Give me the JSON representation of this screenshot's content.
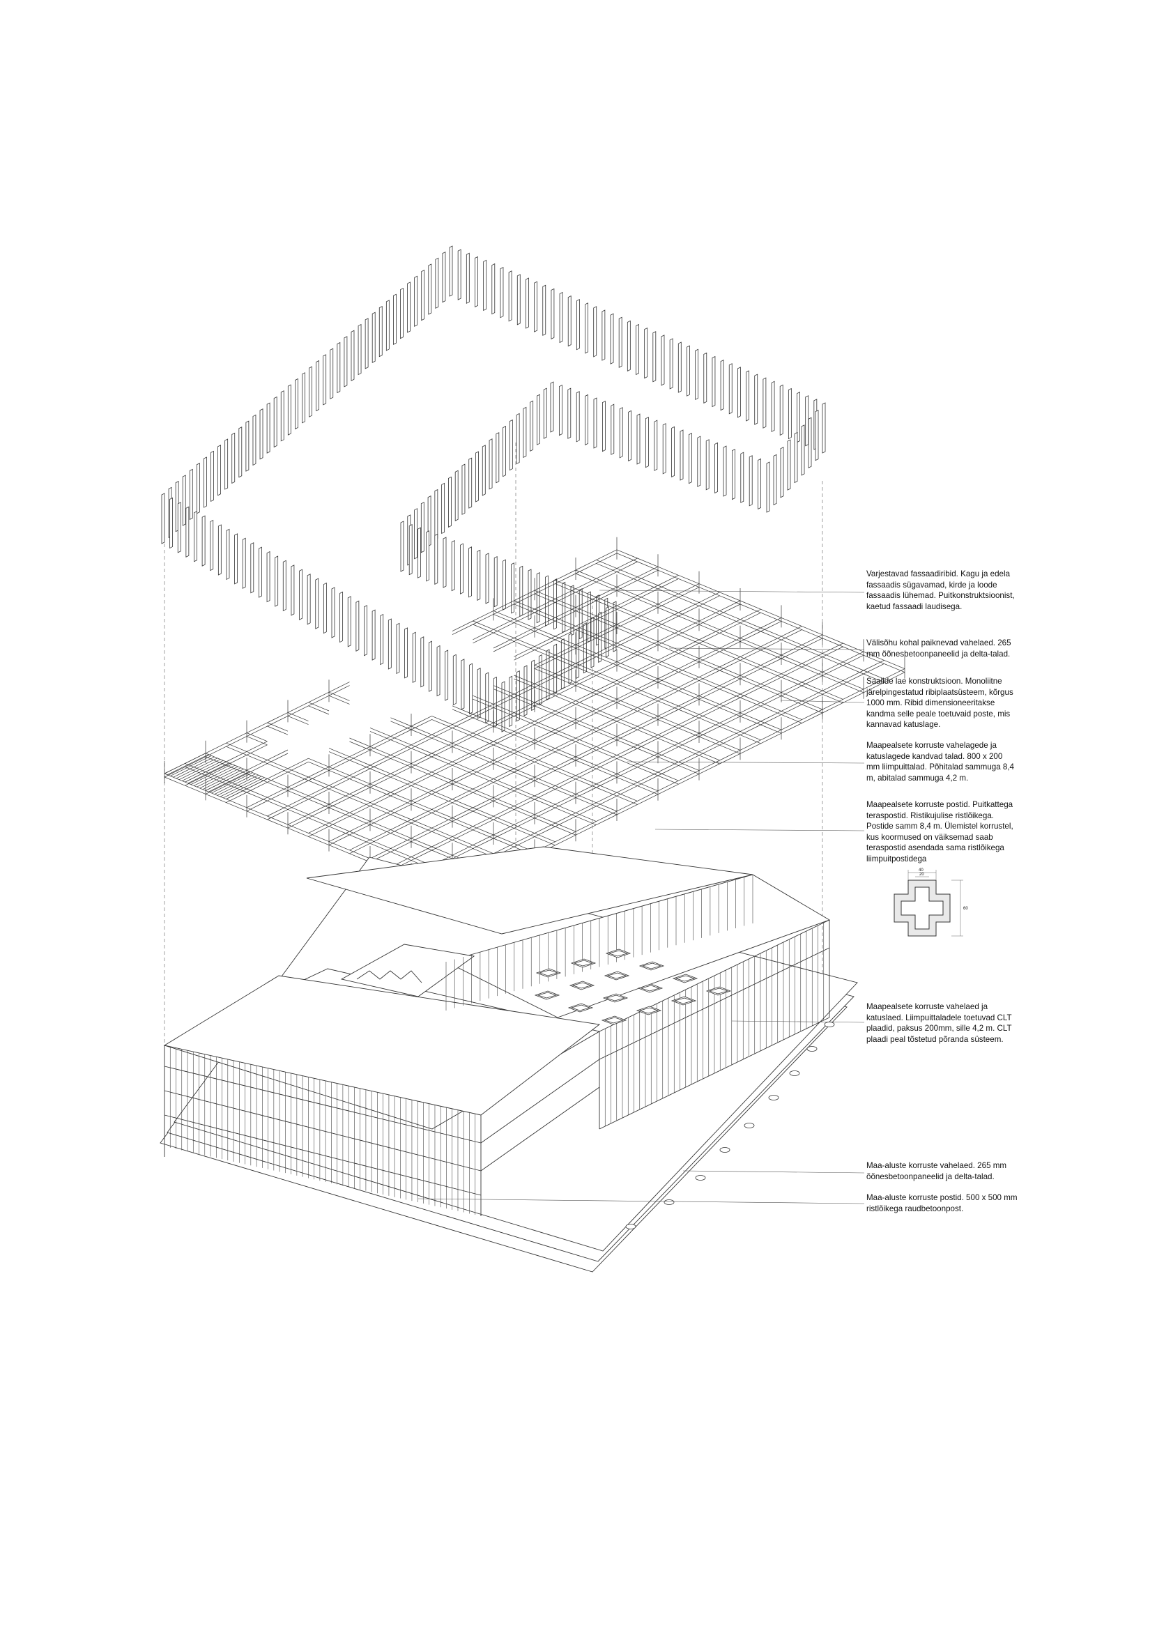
{
  "annotations": [
    {
      "id": "facade-fins",
      "lines": [
        "Varjestavad fassaadiribid. Kagu ja edela",
        "fassaadis sügavamad, kirde ja loode",
        "fassaadis lühemad. Puitkonstruktsioonist,",
        "kaetud fassaadi laudisega."
      ]
    },
    {
      "id": "outdoor-slabs",
      "lines": [
        "Välisõhu kohal paiknevad vahelaed. 265",
        "mm õõnesbetoonpaneelid ja delta-talad."
      ]
    },
    {
      "id": "hall-roof",
      "lines": [
        "Saalide lae konstruktsioon. Monoliitne",
        "järelpingestatud ribiplaatsüsteem, kõrgus",
        "1000 mm. Ribid dimensioneeritakse",
        "kandma selle peale toetuvaid poste, mis",
        "kannavad katuslage."
      ]
    },
    {
      "id": "glulam-beams",
      "lines": [
        "Maapealsete korruste vahelagede ja",
        "katuslagede kandvad talad. 800 x 200",
        "mm liimpuittalad. Põhitalad sammuga 8,4",
        "m, abitalad sammuga 4,2 m."
      ]
    },
    {
      "id": "steel-posts",
      "lines": [
        "Maapealsete korruste postid. Puitkattega",
        "teraspostid. Ristikujulise ristlõikega.",
        "Postide samm 8,4 m. Ülemistel korrustel,",
        "kus koormused on väiksemad saab",
        "teraspostid asendada sama ristlõikega",
        "liimpuitpostidega"
      ]
    },
    {
      "id": "clt-slabs",
      "lines": [
        "Maapealsete korruste vahelaed ja",
        "katuslaed. Liimpuittaladele toetuvad CLT",
        "plaadid, paksus 200mm, sille 4,2 m. CLT",
        "plaadi peal tõstetud põranda süsteem."
      ]
    },
    {
      "id": "basement-slabs",
      "lines": [
        "Maa-aluste korruste vahelaed. 265 mm",
        "õõnesbetoonpaneelid ja delta-talad."
      ]
    },
    {
      "id": "basement-columns",
      "lines": [
        "Maa-aluste korruste postid. 500 x 500 mm",
        "ristlõikega raudbetoonpost."
      ]
    }
  ],
  "post_detail": {
    "dim_top_outer": "40",
    "dim_top_inner": "20",
    "dim_side": "60"
  },
  "colors": {
    "line": "#333333",
    "text": "#111111",
    "fill": "#f3f3f3"
  }
}
